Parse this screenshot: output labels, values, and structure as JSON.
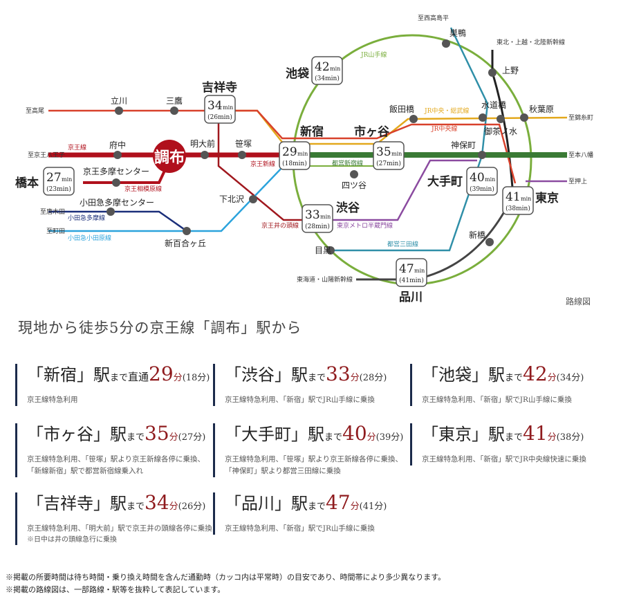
{
  "map": {
    "caption": "路線図",
    "terminals": {
      "takao": "至高尾",
      "keio_hachioji": "至京王八王子",
      "karakida": "至唐木田",
      "machida": "至町田",
      "nishi_takashimadaira": "至西高島平",
      "tohoku": "東北・上越・北陸新幹線",
      "kinshicho": "至錦糸町",
      "motoyawata": "至本八幡",
      "oshiage": "至押上",
      "tokaido": "東海道・山陽新幹線"
    },
    "stations": {
      "tachikawa": "立川",
      "mitaka": "三鷹",
      "kichijoji": "吉祥寺",
      "fuchu": "府中",
      "chofu": "調布",
      "meidaimae": "明大前",
      "sasazuka": "笹塚",
      "shinjuku": "新宿",
      "hashimoto": "橋本",
      "keio_tama_center": "京王多摩センター",
      "odakyu_tama_center": "小田急多摩センター",
      "shin_yurigaoka": "新百合ヶ丘",
      "shimokitazawa": "下北沢",
      "ikebukuro": "池袋",
      "sugamo": "巣鴨",
      "ueno": "上野",
      "iidabashi": "飯田橋",
      "suidobashi": "水道橋",
      "akihabara": "秋葉原",
      "ochanomizu": "御茶ノ水",
      "ichigaya": "市ヶ谷",
      "jimbocho": "神保町",
      "yotsuya": "四ツ谷",
      "otemachi": "大手町",
      "tokyo": "東京",
      "shibuya": "渋谷",
      "meguro": "目黒",
      "shimbashi": "新橋",
      "shinagawa": "品川"
    },
    "lines": {
      "keio": "京王線",
      "keio_sagamihara": "京王相模原線",
      "odakyu_tama": "小田急多摩線",
      "odakyu_odawara": "小田急小田原線",
      "keio_inokashira": "京王井の頭線",
      "keio_new": "京王新線",
      "toei_shinjuku": "都営新宿線",
      "jr_yamanote": "JR山手線",
      "jr_chuo_sobu": "JR中央・総武線",
      "jr_chuo": "JR中央線",
      "metro_hanzomon": "東京メトロ半蔵門線",
      "toei_mita": "都営三田線"
    },
    "time_boxes": {
      "kichijoji": {
        "min": "34",
        "unit": "min",
        "sub": "(26min)"
      },
      "shinjuku": {
        "min": "29",
        "unit": "min",
        "sub": "(18min)"
      },
      "hashimoto": {
        "min": "27",
        "unit": "min",
        "sub": "(23min)"
      },
      "ikebukuro": {
        "min": "42",
        "unit": "min",
        "sub": "(34min)"
      },
      "ichigaya": {
        "min": "35",
        "unit": "min",
        "sub": "(27min)"
      },
      "shibuya": {
        "min": "33",
        "unit": "min",
        "sub": "(28min)"
      },
      "otemachi": {
        "min": "40",
        "unit": "min",
        "sub": "(39min)"
      },
      "tokyo": {
        "min": "41",
        "unit": "min",
        "sub": "(38min)"
      },
      "shinagawa": {
        "min": "47",
        "unit": "min",
        "sub": "(41min)"
      }
    },
    "colors": {
      "keio": "#b0101c",
      "keio_sagamihara": "#b0101c",
      "inokashira": "#a0181e",
      "odakyu_tama": "#1b2f7a",
      "odakyu_odawara": "#2ba3dc",
      "yamanote": "#7aae3c",
      "chuo_sobu": "#e3a81c",
      "chuo": "#d8412b",
      "toei_shinjuku": "#3a7a35",
      "hanzomon": "#8b4ba0",
      "mita": "#2f8fa8",
      "tokaido": "#444444",
      "tohoku": "#222222",
      "chofu_circle": "#b0101c"
    }
  },
  "headline": "現地から徒歩5分の京王線「調布」駅から",
  "cards": [
    {
      "dest": "「新宿」駅",
      "made": "まで",
      "extra": "直通",
      "min": "29",
      "bun": "分",
      "paren": "(18分)",
      "desc": "京王線特急利用",
      "note": ""
    },
    {
      "dest": "「渋谷」駅",
      "made": "まで",
      "extra": "",
      "min": "33",
      "bun": "分",
      "paren": "(28分)",
      "desc": "京王線特急利用、「新宿」駅でJR山手線に乗換",
      "note": ""
    },
    {
      "dest": "「池袋」駅",
      "made": "まで",
      "extra": "",
      "min": "42",
      "bun": "分",
      "paren": "(34分)",
      "desc": "京王線特急利用、「新宿」駅でJR山手線に乗換",
      "note": ""
    },
    {
      "dest": "「市ヶ谷」駅",
      "made": "まで",
      "extra": "",
      "min": "35",
      "bun": "分",
      "paren": "(27分)",
      "desc": "京王線特急利用、「笹塚」駅より京王新線各停に乗換、「新線新宿」駅で都営新宿線乗入れ",
      "note": ""
    },
    {
      "dest": "「大手町」駅",
      "made": "まで",
      "extra": "",
      "min": "40",
      "bun": "分",
      "paren": "(39分)",
      "desc": "京王線特急利用、「笹塚」駅より京王新線各停に乗換、「神保町」駅より都営三田線に乗換",
      "note": ""
    },
    {
      "dest": "「東京」駅",
      "made": "まで",
      "extra": "",
      "min": "41",
      "bun": "分",
      "paren": "(38分)",
      "desc": "京王線特急利用、「新宿」駅でJR中央線快速に乗換",
      "note": ""
    },
    {
      "dest": "「吉祥寺」駅",
      "made": "まで",
      "extra": "",
      "min": "34",
      "bun": "分",
      "paren": "(26分)",
      "desc": "京王線特急利用、「明大前」駅で京王井の頭線各停に乗換",
      "note": "※日中は井の頭線急行に乗換"
    },
    {
      "dest": "「品川」駅",
      "made": "まで",
      "extra": "",
      "min": "47",
      "bun": "分",
      "paren": "(41分)",
      "desc": "京王線特急利用、「新宿」駅でJR山手線に乗換",
      "note": ""
    }
  ],
  "notes": [
    "※掲載の所要時間は待ち時間・乗り換え時間を含んだ通勤時（カッコ内は平常時）の目安であり、時間帯により多少異なります。",
    "※掲載の路線図は、一部路線・駅等を抜粋して表記しています。"
  ]
}
